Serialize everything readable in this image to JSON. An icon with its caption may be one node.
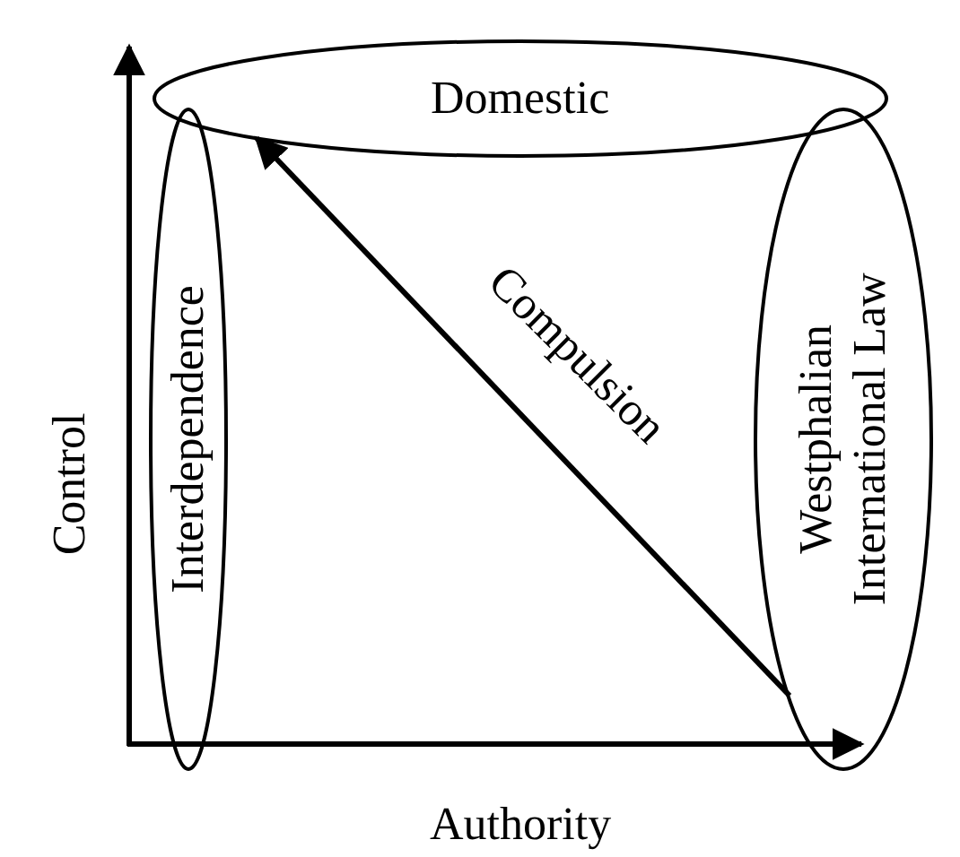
{
  "diagram": {
    "nodes": [
      {
        "text": [
          "Domestic"
        ]
      },
      {
        "text": [
          "Interdependence"
        ]
      },
      {
        "text": [
          "Westphalian International Law"
        ]
      }
    ],
    "edges": [
      {
        "from": 2,
        "to": 0,
        "arrow": "to",
        "label": "Compulsion"
      }
    ],
    "labels": [
      "Control",
      "Authority"
    ]
  }
}
